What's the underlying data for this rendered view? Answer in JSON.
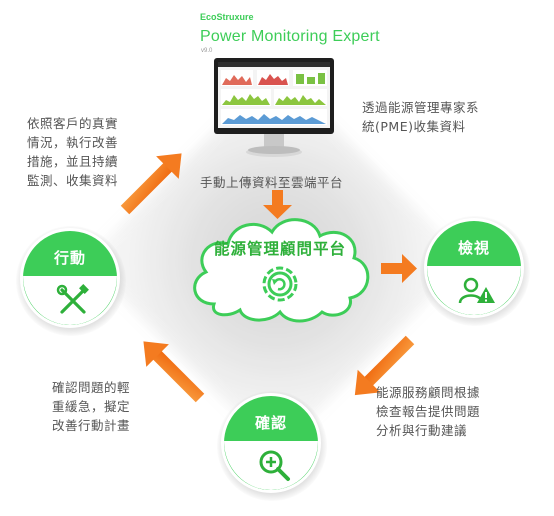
{
  "brand": {
    "logo": "EcoStruxure",
    "product": "Power Monitoring Expert",
    "version": "v9.0"
  },
  "labels": {
    "pme_collect": [
      "透過能源管理專家系",
      "統(PME)收集資料"
    ],
    "upload_cloud": "手動上傳資料至雲端平台",
    "cloud_title": "能源管理顧問平台",
    "action_desc": [
      "依照客戶的真實",
      "情況，執行改善",
      "措施，並且持續",
      "監測、收集資料"
    ],
    "confirm_desc": [
      "確認問題的輕",
      "重緩急，擬定",
      "改善行動計畫"
    ],
    "review_desc": [
      "能源服務顧問根據",
      "檢查報告提供問題",
      "分析與行動建議"
    ]
  },
  "nodes": {
    "action": {
      "label": "行動",
      "icon": "tools-icon"
    },
    "review": {
      "label": "檢視",
      "icon": "person-alert-icon"
    },
    "confirm": {
      "label": "確認",
      "icon": "magnify-plus-icon"
    }
  },
  "colors": {
    "green": "#3dcd58",
    "dark_green": "#2eb03a",
    "orange": "#f47b20",
    "text": "#555555"
  }
}
